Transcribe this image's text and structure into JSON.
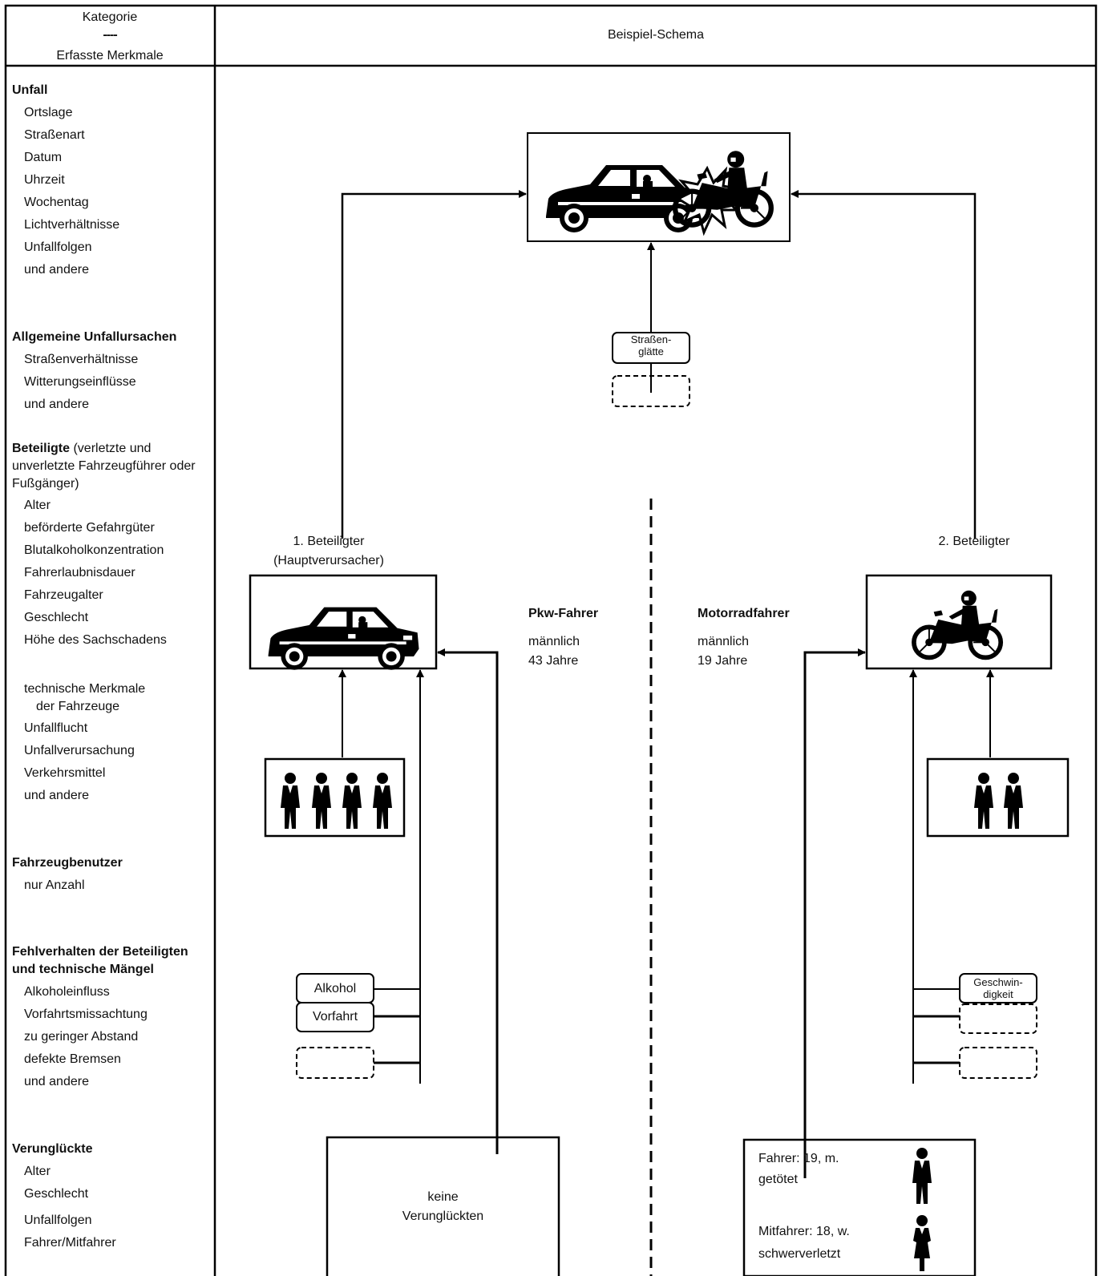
{
  "header": {
    "col1_title": "Kategorie",
    "col1_divider": "----",
    "col1_subtitle": "Erfasste Merkmale",
    "col2_title": "Beispiel-Schema"
  },
  "categories": {
    "unfall": {
      "title": "Unfall",
      "items": [
        "Ortslage",
        "Straßenart",
        "Datum",
        "Uhrzeit",
        "Wochentag",
        "Lichtverhältnisse",
        "Unfallfolgen",
        "und andere"
      ]
    },
    "ursachen": {
      "title": "Allgemeine Unfallursachen",
      "items": [
        "Straßenverhältnisse",
        "Witterungseinflüsse",
        "und andere"
      ]
    },
    "beteiligte": {
      "title": "Beteiligte",
      "title_note": " (verletzte und",
      "note_lines": [
        "unverletzte Fahrzeugführer oder",
        "Fußgänger)"
      ],
      "items": [
        "Alter",
        "beförderte Gefahrgüter",
        "Blutalkoholkonzentration",
        "Fahrerlaubnisdauer",
        "Fahrzeugalter",
        "Geschlecht",
        "Höhe des Sachschadens"
      ],
      "items2_head": [
        "technische Merkmale",
        "der Fahrzeuge"
      ],
      "items2": [
        "Unfallflucht",
        "Unfallverursachung",
        "Verkehrsmittel",
        "und andere"
      ]
    },
    "fahrzeugbenutzer": {
      "title": "Fahrzeugbenutzer",
      "items": [
        "nur Anzahl"
      ]
    },
    "fehlverhalten": {
      "title_lines": [
        "Fehlverhalten der Beteiligten",
        "und technische Mängel"
      ],
      "items": [
        "Alkoholeinfluss",
        "Vorfahrtsmissachtung",
        "zu geringer Abstand",
        "defekte Bremsen",
        "und andere"
      ]
    },
    "verunglueckte": {
      "title": "Verunglückte",
      "items": [
        "Alter",
        "Geschlecht",
        "Unfallfolgen",
        "Fahrer/Mitfahrer"
      ]
    }
  },
  "schema": {
    "strassenglaette_lines": [
      "Straßen-",
      "glätte"
    ],
    "beteiligter1_lines": [
      "1. Beteiligter",
      "(Hauptverursacher)"
    ],
    "beteiligter2": "2. Beteiligter",
    "pkw": {
      "title": "Pkw-Fahrer",
      "gender": "männlich",
      "age": "43 Jahre"
    },
    "motorrad": {
      "title": "Motorradfahrer",
      "gender": "männlich",
      "age": "19 Jahre"
    },
    "cause_alkohol": "Alkohol",
    "cause_vorfahrt": "Vorfahrt",
    "cause_geschwindigkeit_lines": [
      "Geschwin-",
      "digkeit"
    ],
    "keine_lines": [
      "keine",
      "Verunglückten"
    ],
    "fahrer_line1": "Fahrer: 19, m.",
    "fahrer_line2": "getötet",
    "mitfahrer_line1": "Mitfahrer: 18, w.",
    "mitfahrer_line2": "schwerverletzt",
    "icons": [
      "crash-icon",
      "car-icon",
      "motorcycle-icon",
      "person-male-icon",
      "person-female-icon"
    ]
  }
}
